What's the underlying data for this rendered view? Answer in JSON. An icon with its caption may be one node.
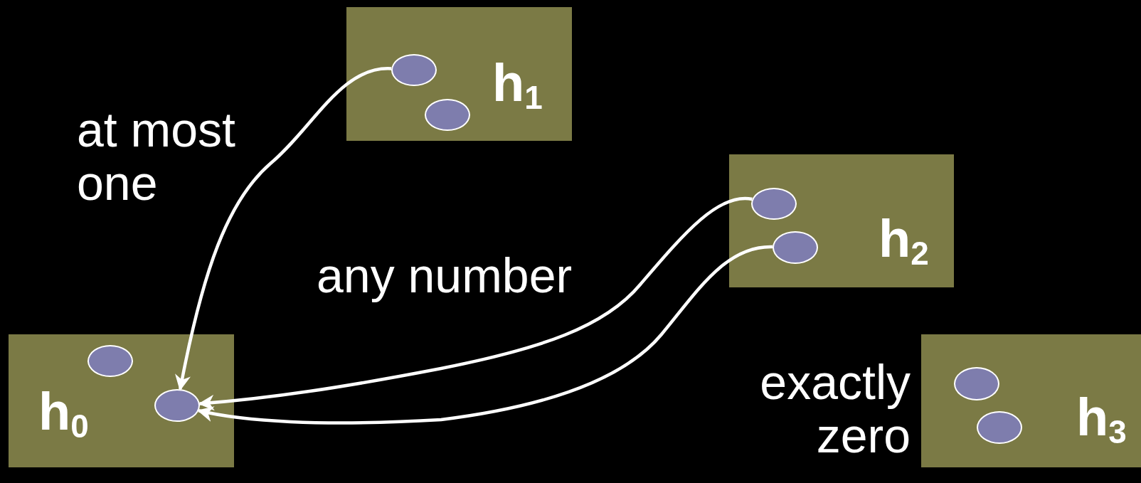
{
  "diagram": {
    "nodes": [
      {
        "text": [
          "h$_{1}$"
        ]
      },
      {
        "text": [],
        "shape": "ellipse",
        "in": 0
      },
      {
        "text": [],
        "shape": "ellipse",
        "in": 0
      },
      {
        "text": [
          "h$_{2}$"
        ]
      },
      {
        "text": [],
        "shape": "ellipse",
        "in": 3
      },
      {
        "text": [],
        "shape": "ellipse",
        "in": 3
      },
      {
        "text": [
          "h$_{0}$"
        ]
      },
      {
        "text": [],
        "shape": "ellipse",
        "in": 6
      },
      {
        "text": [],
        "shape": "ellipse",
        "in": 6
      },
      {
        "text": [
          "h$_{3}$"
        ]
      },
      {
        "text": [],
        "shape": "ellipse",
        "in": 9
      },
      {
        "text": [],
        "shape": "ellipse",
        "in": 9
      }
    ],
    "edges": [
      {
        "from": 1,
        "to": 8,
        "arrow": "to"
      },
      {
        "from": 4,
        "to": 8,
        "arrow": "to"
      },
      {
        "from": 5,
        "to": 8,
        "arrow": "to"
      }
    ],
    "labels": [
      "at most one",
      "any number",
      "exactly zero"
    ]
  }
}
